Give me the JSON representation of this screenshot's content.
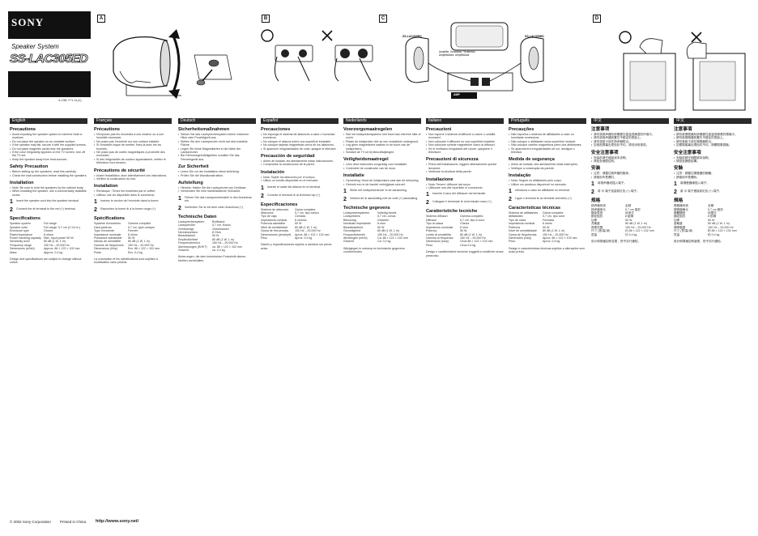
{
  "brand": {
    "logo": "SONY",
    "product_type": "Speaker System",
    "model": "SS-LAC305ED",
    "part_number": "4-238-771-11(1)"
  },
  "panels": {
    "a": "A",
    "b": "B",
    "c": "C",
    "d": "D"
  },
  "figure_labels": {
    "speaker_left": "SS-LAC305ED",
    "speaker_right": "SS-LAC305ED",
    "input_label": "Amplifier, Verstärker, Versterker, Amplificatore, Amplificador",
    "amp_bottom": "AMP",
    "ok_symbol": "○",
    "ng_symbol": "✕"
  },
  "columns": [
    {
      "lang": "English",
      "sections": [
        {
          "title": "Precautions",
          "lines": [
            "Avoid exposing the speaker system to extreme heat or moisture.",
            "Do not place the speaker on an unstable surface.",
            "If the speaker may fall, secure it with the supplied screws.",
            "Do not place magnetic cards near the speakers.",
            "If the color irregularity appears on the TV screen, turn off the TV set.",
            "Keep the speaker away from heat sources."
          ]
        },
        {
          "title": "Safety Precaution",
          "lines": [
            "Before setting up the speakers, read this carefully.",
            "Check the wall construction before installing the speakers."
          ]
        },
        {
          "title": "Installation",
          "lines": [
            "Note: Be sure to hold the speakers by the cabinet body.",
            "When installing the speaker, use a commercially available screw."
          ]
        }
      ],
      "steps": [
        "Insert the speaker cord into the speaker terminal.",
        "Connect the ⊕ terminal to the red (+) terminal."
      ],
      "specs_title": "Specifications",
      "specs": [
        [
          "Speaker system",
          "Full range"
        ],
        [
          "Speaker units",
          "Full range: 5.7 cm (2 1/4 in.)"
        ],
        [
          "Enclosure type",
          "Closed"
        ],
        [
          "Rated impedance",
          "8 ohms"
        ],
        [
          "Power handling capacity",
          "Max. input power 50 W"
        ],
        [
          "Sensitivity level",
          "80 dB (1 W, 1 m)"
        ],
        [
          "Frequency range",
          "150 Hz – 20,000 Hz"
        ],
        [
          "Dimensions (w/h/d)",
          "Approx. 86 × 122 × 102 mm"
        ],
        [
          "Mass",
          "Approx. 0.4 kg"
        ]
      ],
      "note": "Design and specifications are subject to change without notice."
    },
    {
      "lang": "Français",
      "sections": [
        {
          "title": "Précautions",
          "lines": [
            "N'exposez pas les enceintes à une chaleur ou à une humidité excessive.",
            "Ne posez pas l'enceinte sur une surface instable.",
            "Si l'enceinte risque de tomber, fixez-la avec les vis fournies.",
            "Ne posez pas de cartes magnétiques à proximité des enceintes.",
            "Si des irrégularités de couleur apparaissent, mettez le téléviseur hors tension."
          ]
        },
        {
          "title": "Précautions de sécurité",
          "lines": [
            "Avant l'installation, lisez attentivement ces instructions.",
            "Vérifiez la construction du mur."
          ]
        },
        {
          "title": "Installation",
          "lines": [
            "Remarque : Tenez les enceintes par le coffret.",
            "Utilisez une vis disponible dans le commerce."
          ]
        }
      ],
      "steps": [
        "Insérez le cordon de l'enceinte dans la borne.",
        "Raccordez la borne ⊕ à la borne rouge (+)."
      ],
      "specs_title": "Spécifications",
      "specs": [
        [
          "Système d'enceintes",
          "Gamme complète"
        ],
        [
          "Haut-parleurs",
          "5,7 cm, type conique"
        ],
        [
          "Type d'enceinte",
          "Fermée"
        ],
        [
          "Impédance nominale",
          "8 ohms"
        ],
        [
          "Puissance admissible",
          "50 W"
        ],
        [
          "Niveau de sensibilité",
          "80 dB (1 W, 1 m)"
        ],
        [
          "Gamme de fréquences",
          "150 Hz – 20 000 Hz"
        ],
        [
          "Dimensions (l/h/p)",
          "Env. 86 × 122 × 102 mm"
        ],
        [
          "Poids",
          "Env. 0,4 kg"
        ]
      ],
      "note": "La conception et les spécifications sont sujettes à modification sans préavis."
    },
    {
      "lang": "Deutsch",
      "sections": [
        {
          "title": "Sicherheitsmaßnahmen",
          "lines": [
            "Setzen Sie das Lautsprechersystem keiner extremen Hitze oder Feuchtigkeit aus.",
            "Stellen Sie den Lautsprecher nicht auf eine instabile Fläche.",
            "Legen Sie keine Magnetkarten in die Nähe der Lautsprecher.",
            "Bei Farbunregelmäßigkeiten schalten Sie das Fernsehgerät aus."
          ]
        },
        {
          "title": "Zur Sicherheit",
          "lines": [
            "Lesen Sie vor der Installation diese Anleitung.",
            "Prüfen Sie die Wandkonstruktion."
          ]
        },
        {
          "title": "Aufstellung",
          "lines": [
            "Hinweis: Halten Sie die Lautsprecher am Gehäuse.",
            "Verwenden Sie eine handelsübliche Schraube."
          ]
        }
      ],
      "steps": [
        "Führen Sie das Lautsprecherkabel in den Anschluss ein.",
        "Verbinden Sie ⊕ mit dem roten Anschluss (+)."
      ],
      "specs_title": "Technische Daten",
      "specs": [
        [
          "Lautsprechersystem",
          "Breitband"
        ],
        [
          "Lautsprecher",
          "5,7 cm, Konus"
        ],
        [
          "Gehäusetyp",
          "Geschlossen"
        ],
        [
          "Nennimpedanz",
          "8 Ohm"
        ],
        [
          "Belastbarkeit",
          "50 W"
        ],
        [
          "Empfindlichkeit",
          "80 dB (1 W, 1 m)"
        ],
        [
          "Frequenzbereich",
          "150 Hz – 20.000 Hz"
        ],
        [
          "Abmessungen (B/H/T)",
          "ca. 86 × 122 × 102 mm"
        ],
        [
          "Gewicht",
          "ca. 0,4 kg"
        ]
      ],
      "note": "Änderungen, die dem technischen Fortschritt dienen, bleiben vorbehalten."
    },
    {
      "lang": "Español",
      "sections": [
        {
          "title": "Precauciones",
          "lines": [
            "No exponga el sistema de altavoces a calor o humedad excesivos.",
            "No coloque el altavoz sobre una superficie inestable.",
            "No coloque tarjetas magnéticas cerca de los altavoces.",
            "Si aparecen irregularidades de color, apague el televisor."
          ]
        },
        {
          "title": "Precaución de seguridad",
          "lines": [
            "Antes de instalar, lea atentamente estas instrucciones.",
            "Compruebe la construcción de la pared."
          ]
        },
        {
          "title": "Instalación",
          "lines": [
            "Nota: Sujete los altavoces por el cuerpo.",
            "Utilice un tornillo disponible en el mercado."
          ]
        }
      ],
      "steps": [
        "Inserte el cable del altavoz en el terminal.",
        "Conecte el terminal ⊕ al terminal rojo (+)."
      ],
      "specs_title": "Especificaciones",
      "specs": [
        [
          "Sistema de altavoces",
          "Gama completa"
        ],
        [
          "Altavoces",
          "5,7 cm, tipo cónico"
        ],
        [
          "Tipo de caja",
          "Cerrada"
        ],
        [
          "Impedancia nominal",
          "8 ohmios"
        ],
        [
          "Potencia admisible",
          "50 W"
        ],
        [
          "Nivel de sensibilidad",
          "80 dB (1 W, 1 m)"
        ],
        [
          "Gama de frecuencias",
          "150 Hz – 20.000 Hz"
        ],
        [
          "Dimensiones (an/al/prf)",
          "Aprox. 86 × 122 × 102 mm"
        ],
        [
          "Peso",
          "Aprox. 0,4 kg"
        ]
      ],
      "note": "Diseño y especificaciones sujetos a cambios sin previo aviso."
    },
    {
      "lang": "Nederlands",
      "sections": [
        {
          "title": "Voorzorgsmaatregelen",
          "lines": [
            "Stel het luidsprekersysteem niet bloot aan extreme hitte of vocht.",
            "Plaats de luidspreker niet op een onstabiele ondergrond.",
            "Leg geen magnetische kaarten in de buurt van de luidsprekers.",
            "Schakel de TV uit bij kleurafwijkingen."
          ]
        },
        {
          "title": "Veiligheidsmaatregel",
          "lines": [
            "Lees deze instructies zorgvuldig voor installatie.",
            "Controleer de constructie van de muur."
          ]
        },
        {
          "title": "Installatie",
          "lines": [
            "Opmerking: Houd de luidsprekers vast aan de behuizing.",
            "Gebruik een in de handel verkrijgbare schroef."
          ]
        }
      ],
      "steps": [
        "Steek het luidsprekersnoer in de aansluiting.",
        "Verbind de ⊕ aansluiting met de rode (+) aansluiting."
      ],
      "specs_title": "Technische gegevens",
      "specs": [
        [
          "Luidsprekersysteem",
          "Volledig bereik"
        ],
        [
          "Luidsprekers",
          "5,7 cm, conus"
        ],
        [
          "Behuizing",
          "Gesloten"
        ],
        [
          "Nominale impedantie",
          "8 ohm"
        ],
        [
          "Belastbaarheid",
          "50 W"
        ],
        [
          "Gevoeligheid",
          "80 dB (1 W, 1 m)"
        ],
        [
          "Frequentiebereik",
          "150 Hz – 20.000 Hz"
        ],
        [
          "Afmetingen (b/h/d)",
          "Ca. 86 × 122 × 102 mm"
        ],
        [
          "Gewicht",
          "Ca. 0,4 kg"
        ]
      ],
      "note": "Wijzigingen in ontwerp en technische gegevens voorbehouden."
    },
    {
      "lang": "Italiano",
      "sections": [
        {
          "title": "Precauzioni",
          "lines": [
            "Non esporre il sistema di diffusori a calore o umidità eccessivi.",
            "Non collocare il diffusore su una superficie instabile.",
            "Non collocare schede magnetiche vicino ai diffusori.",
            "Se si verificano irregolarità del colore, spegnere il televisore."
          ]
        },
        {
          "title": "Precauzioni di sicurezza",
          "lines": [
            "Prima dell'installazione, leggere attentamente queste istruzioni.",
            "Verificare la struttura della parete."
          ]
        },
        {
          "title": "Installazione",
          "lines": [
            "Nota: Tenere i diffusori dal corpo.",
            "Utilizzare una vite reperibile in commercio."
          ]
        }
      ],
      "steps": [
        "Inserire il cavo del diffusore nel terminale.",
        "Collegare il terminale ⊕ al terminale rosso (+)."
      ],
      "specs_title": "Caratteristiche tecniche",
      "specs": [
        [
          "Sistema diffusori",
          "Gamma completa"
        ],
        [
          "Diffusori",
          "5,7 cm, tipo a cono"
        ],
        [
          "Tipo di cassa",
          "Chiusa"
        ],
        [
          "Impedenza nominale",
          "8 ohm"
        ],
        [
          "Potenza",
          "50 W"
        ],
        [
          "Livello di sensibilità",
          "80 dB (1 W, 1 m)"
        ],
        [
          "Gamma di frequenza",
          "150 Hz – 20.000 Hz"
        ],
        [
          "Dimensioni (l/a/p)",
          "Circa 86 × 122 × 102 mm"
        ],
        [
          "Peso",
          "Circa 0,4 kg"
        ]
      ],
      "note": "Design e caratteristiche tecniche soggetti a modifiche senza preavviso."
    },
    {
      "lang": "Português",
      "sections": [
        {
          "title": "Precauções",
          "lines": [
            "Não exponha o sistema de altifalantes a calor ou humidade excessivos.",
            "Não coloque o altifalante numa superfície instável.",
            "Não coloque cartões magnéticos perto dos altifalantes.",
            "Se aparecerem irregularidades de cor, desligue o televisor."
          ]
        },
        {
          "title": "Medida de segurança",
          "lines": [
            "Antes de instalar, leia atentamente estas instruções.",
            "Verifique a construção da parede."
          ]
        },
        {
          "title": "Instalação",
          "lines": [
            "Nota: Segure os altifalantes pelo corpo.",
            "Utilize um parafuso disponível no mercado."
          ]
        }
      ],
      "steps": [
        "Introduza o cabo do altifalante no terminal.",
        "Ligue o terminal ⊕ ao terminal vermelho (+)."
      ],
      "specs_title": "Características técnicas",
      "specs": [
        [
          "Sistema de altifalantes",
          "Gama completa"
        ],
        [
          "Altifalantes",
          "5,7 cm, tipo cone"
        ],
        [
          "Tipo de caixa",
          "Fechada"
        ],
        [
          "Impedância nominal",
          "8 ohms"
        ],
        [
          "Potência",
          "50 W"
        ],
        [
          "Nível de sensibilidade",
          "80 dB (1 W, 1 m)"
        ],
        [
          "Gama de frequências",
          "150 Hz – 20.000 Hz"
        ],
        [
          "Dimensões (l/a/p)",
          "Aprox. 86 × 122 × 102 mm"
        ],
        [
          "Peso",
          "Aprox. 0,4 kg"
        ]
      ],
      "note": "Design e características técnicas sujeitos a alterações sem aviso prévio."
    },
    {
      "lang": "中文",
      "sections": [
        {
          "title": "注意事项",
          "lines": [
            "请勿将扬声器系统暴露在高温或潮湿的环境中。",
            "请勿将扬声器放置在不稳定的表面上。",
            "请勿将磁卡放在扬声器附近。",
            "如电视屏幕出现色彩不均，请关闭电视机。"
          ]
        },
        {
          "title": "安全注意事项",
          "lines": [
            "安装前请仔细阅读本说明。",
            "请检查墙壁结构。"
          ]
        },
        {
          "title": "安装",
          "lines": [
            "注意：请握住扬声器的箱体。",
            "请使用市售螺钉。"
          ]
        }
      ],
      "steps": [
        "将扬声器线插入端子。",
        "将 ⊕ 端子连接到红色 (+) 端子。"
      ],
      "specs_title": "规格",
      "specs": [
        [
          "扬声器系统",
          "全频"
        ],
        [
          "扬声器单元",
          "5.7 cm 锥形"
        ],
        [
          "箱体类型",
          "封闭式"
        ],
        [
          "额定阻抗",
          "8 欧姆"
        ],
        [
          "功率",
          "50 W"
        ],
        [
          "灵敏度",
          "80 dB (1 W, 1 m)"
        ],
        [
          "频率范围",
          "150 Hz – 20,000 Hz"
        ],
        [
          "尺寸 (宽/高/深)",
          "约 86 × 122 × 102 mm"
        ],
        [
          "质量",
          "约 0.4 kg"
        ]
      ],
      "note": "设计和规格如有变更，恕不另行通知。"
    },
    {
      "lang": "中文",
      "sections": [
        {
          "title": "注意事項",
          "lines": [
            "請勿將揚聲器系統暴露在高溫或潮濕的環境中。",
            "請勿將揚聲器放置在不穩定的表面上。",
            "請勿將磁卡放在揚聲器附近。",
            "如電視螢幕出現色彩不均，請關閉電視機。"
          ]
        },
        {
          "title": "安全注意事項",
          "lines": [
            "安裝前請仔細閱讀本說明。",
            "請檢查牆壁結構。"
          ]
        },
        {
          "title": "安裝",
          "lines": [
            "注意：請握住揚聲器的箱體。",
            "請使用市售螺絲。"
          ]
        }
      ],
      "steps": [
        "將揚聲器線插入端子。",
        "將 ⊕ 端子連接到紅色 (+) 端子。"
      ],
      "specs_title": "規格",
      "specs": [
        [
          "揚聲器系統",
          "全頻"
        ],
        [
          "揚聲器單元",
          "5.7 cm 錐形"
        ],
        [
          "箱體類型",
          "封閉式"
        ],
        [
          "額定阻抗",
          "8 歐姆"
        ],
        [
          "功率",
          "50 W"
        ],
        [
          "靈敏度",
          "80 dB (1 W, 1 m)"
        ],
        [
          "頻率範圍",
          "150 Hz – 20,000 Hz"
        ],
        [
          "尺寸 (寬/高/深)",
          "約 86 × 122 × 102 mm"
        ],
        [
          "質量",
          "約 0.4 kg"
        ]
      ],
      "note": "設計和規格如有變更，恕不另行通知。"
    }
  ],
  "footer": {
    "copyright": "© 2002 Sony Corporation",
    "printed": "Printed in China",
    "url": "http://www.sony.net/"
  }
}
